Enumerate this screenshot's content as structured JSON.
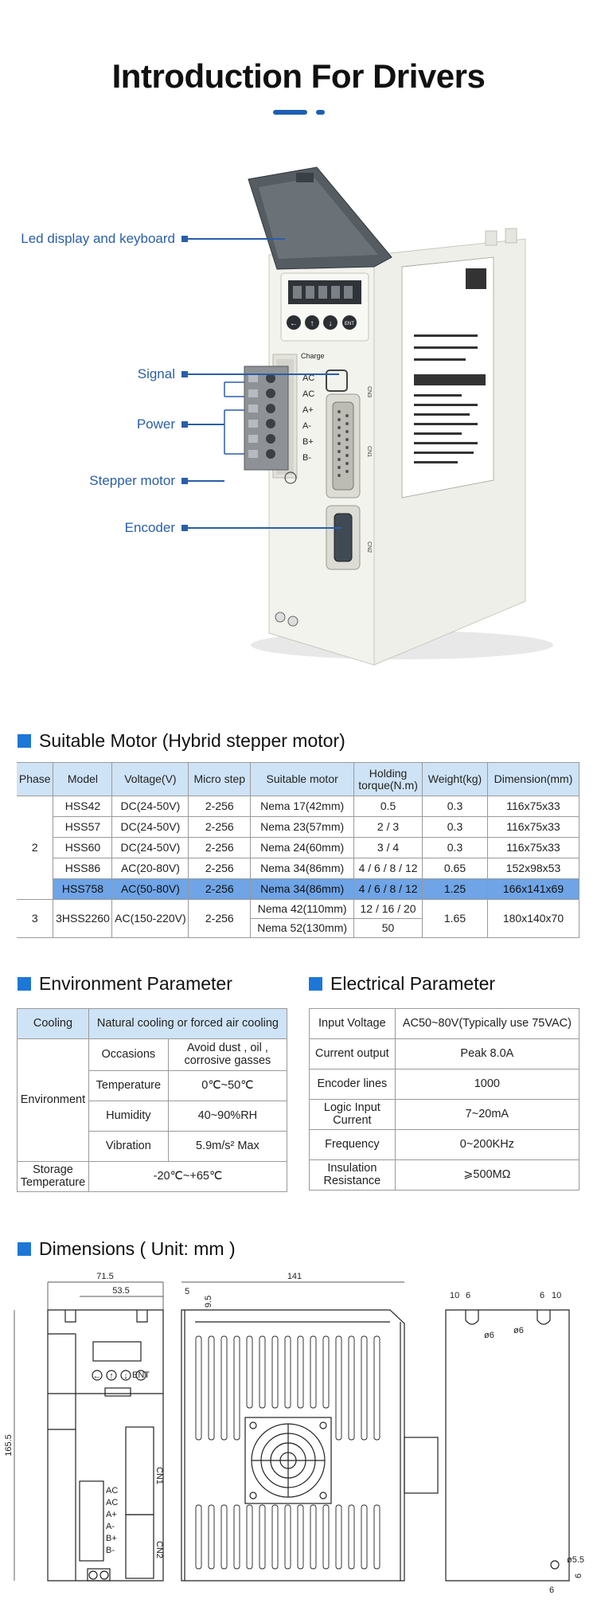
{
  "page_title": "Introduction For Drivers",
  "colors": {
    "accent": "#1d5fb3",
    "highlight_row": "#6fa4e6",
    "header_fill": "#cfe3f6"
  },
  "callouts": [
    "Led display and keyboard",
    "Signal",
    "Power",
    "Stepper motor",
    "Encoder"
  ],
  "device": {
    "display_buttons": [
      "←",
      "↑",
      "↓",
      "ENT"
    ],
    "terminal_labels": [
      "AC",
      "AC",
      "A+",
      "A-",
      "B+",
      "B-"
    ],
    "charge_label": "Charge",
    "cn1": "CN1",
    "cn2": "CN2",
    "cn3": "CN3"
  },
  "suitable_motor": {
    "heading": "Suitable Motor (Hybrid stepper motor)",
    "columns": [
      "Phase",
      "Model",
      "Voltage(V)",
      "Micro step",
      "Suitable motor",
      "Holding torque(N.m)",
      "Weight(kg)",
      "Dimension(mm)"
    ],
    "phase2": "2",
    "phase3": "3",
    "rows": [
      {
        "model": "HSS42",
        "voltage": "DC(24-50V)",
        "step": "2-256",
        "motor": "Nema 17(42mm)",
        "torque": "0.5",
        "weight": "0.3",
        "dim": "116x75x33"
      },
      {
        "model": "HSS57",
        "voltage": "DC(24-50V)",
        "step": "2-256",
        "motor": "Nema 23(57mm)",
        "torque": "2 / 3",
        "weight": "0.3",
        "dim": "116x75x33"
      },
      {
        "model": "HSS60",
        "voltage": "DC(24-50V)",
        "step": "2-256",
        "motor": "Nema 24(60mm)",
        "torque": "3 / 4",
        "weight": "0.3",
        "dim": "116x75x33"
      },
      {
        "model": "HSS86",
        "voltage": "AC(20-80V)",
        "step": "2-256",
        "motor": "Nema 34(86mm)",
        "torque": "4 / 6 / 8 / 12",
        "weight": "0.65",
        "dim": "152x98x53"
      },
      {
        "model": "HSS758",
        "voltage": "AC(50-80V)",
        "step": "2-256",
        "motor": "Nema 34(86mm)",
        "torque": "4 / 6 / 8 / 12",
        "weight": "1.25",
        "dim": "166x141x69"
      }
    ],
    "row3": {
      "model": "3HSS2260",
      "voltage": "AC(150-220V)",
      "step": "2-256",
      "motor_a": "Nema 42(110mm)",
      "motor_b": "Nema 52(130mm)",
      "torque_a": "12 / 16 / 20",
      "torque_b": "50",
      "weight": "1.65",
      "dim": "180x140x70"
    }
  },
  "environment": {
    "heading": "Environment Parameter",
    "cooling_label": "Cooling",
    "cooling_value": "Natural cooling or forced air cooling",
    "environment_label": "Environment",
    "rows": [
      {
        "label": "Occasions",
        "value": "Avoid dust , oil , corrosive gasses"
      },
      {
        "label": "Temperature",
        "value": "0℃~50℃"
      },
      {
        "label": "Humidity",
        "value": "40~90%RH"
      },
      {
        "label": "Vibration",
        "value": "5.9m/s² Max"
      }
    ],
    "storage_label": "Storage Temperature",
    "storage_value": "-20℃~+65℃"
  },
  "electrical": {
    "heading": "Electrical Parameter",
    "rows": [
      {
        "label": "Input Voltage",
        "value": "AC50~80V(Typically use 75VAC)"
      },
      {
        "label": "Current output",
        "value": "Peak 8.0A"
      },
      {
        "label": "Encoder lines",
        "value": "1000"
      },
      {
        "label": "Logic Input Current",
        "value": "7~20mA"
      },
      {
        "label": "Frequency",
        "value": "0~200KHz"
      },
      {
        "label": "Insulation Resistance",
        "value": "⩾500MΩ"
      }
    ]
  },
  "dimensions": {
    "heading": "Dimensions ( Unit: mm )",
    "front": {
      "w": "71.5",
      "w2": "53.5",
      "h": "165.5",
      "buttons": [
        "←",
        "↑",
        "↓",
        "ENT"
      ],
      "terms": [
        "AC",
        "AC",
        "A+",
        "A-",
        "B+",
        "B-"
      ],
      "cn1": "CN1",
      "cn2": "CN2"
    },
    "side": {
      "w": "141",
      "a": "5",
      "b": "9.5"
    },
    "back": {
      "l1": "10",
      "l2": "6",
      "r1": "6",
      "r2": "10",
      "hole": "ø6",
      "hole_b": "ø5.5",
      "s1": "6",
      "s2": "6"
    }
  }
}
